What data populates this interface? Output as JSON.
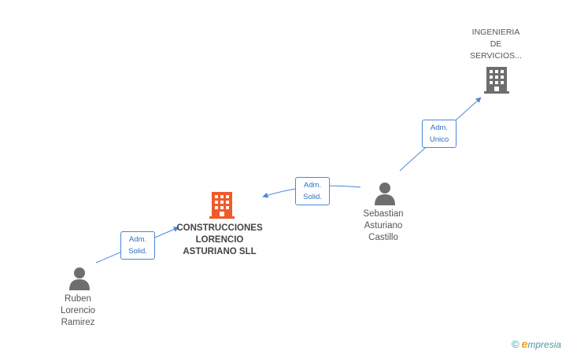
{
  "nodes": {
    "company_main": {
      "label": [
        "CONSTRUCCIONES",
        "LORENCIO",
        "ASTURIANO SLL"
      ],
      "icon": "building-icon",
      "color": "#f05a2a"
    },
    "company_ingenieria": {
      "label": [
        "INGENIERIA",
        "DE",
        "SERVICIOS..."
      ],
      "icon": "building-icon",
      "color": "#6e6e6e"
    },
    "person_sebastian": {
      "label": [
        "Sebastian",
        "Asturiano",
        "Castillo"
      ],
      "icon": "person-icon",
      "color": "#6e6e6e"
    },
    "person_ruben": {
      "label": [
        "Ruben",
        "Lorencio",
        "Ramirez"
      ],
      "icon": "person-icon",
      "color": "#6e6e6e"
    }
  },
  "edges": {
    "ruben_to_main": {
      "label": [
        "Adm.",
        "Solid."
      ]
    },
    "sebastian_to_main": {
      "label": [
        "Adm.",
        "Solid."
      ]
    },
    "sebastian_to_ingenieria": {
      "label": [
        "Adm.",
        "Unico"
      ]
    }
  },
  "edge_color": "#4a86d8",
  "brand": {
    "copyright": "©",
    "e": "e",
    "rest": "mpresia"
  }
}
